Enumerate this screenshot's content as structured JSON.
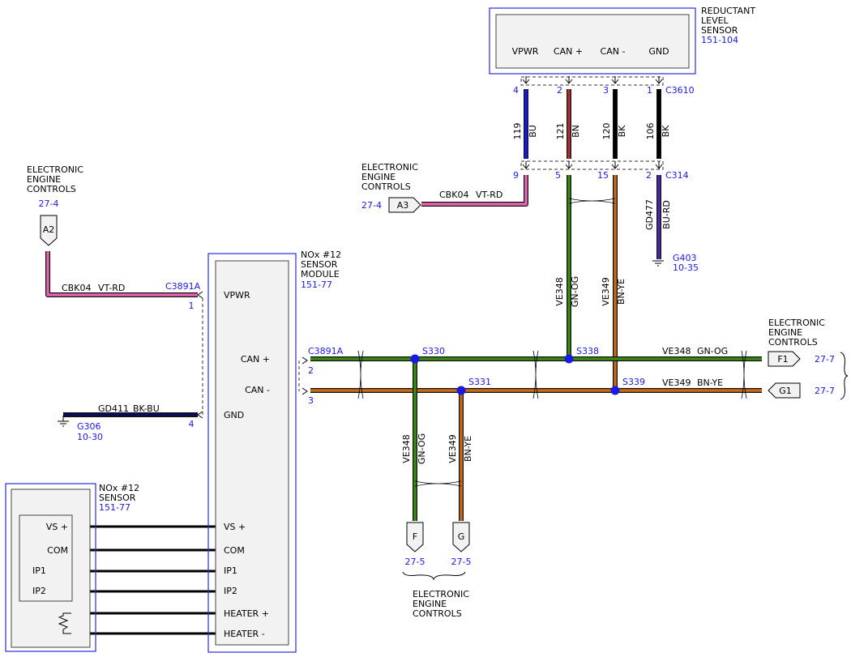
{
  "colors": {
    "BU": "#1717e8",
    "BN": "#a83232",
    "BK": "#000000",
    "VT-RD": "#e665b4",
    "GN-OG": "#3b8a17",
    "BN-YE": "#c86a18",
    "BU-RD": "#4a2aa8",
    "BK-BU": "#0c0c5a",
    "frame": "#2a2ae0",
    "label": "#1a1ae6"
  },
  "reductant": {
    "title": [
      "REDUCTANT",
      "LEVEL",
      "SENSOR"
    ],
    "part": "151-104",
    "pins": [
      "VPWR",
      "CAN +",
      "CAN -",
      "GND"
    ],
    "pin_nums_top": [
      "4",
      "2",
      "3",
      "1"
    ],
    "connector_top": "C3610",
    "circuits": [
      "119",
      "121",
      "120",
      "106"
    ],
    "wire_colors": [
      "BU",
      "BN",
      "BK",
      "BK"
    ],
    "pin_nums_bottom": [
      "9",
      "5",
      "15",
      "2"
    ],
    "connector_bottom": "C314"
  },
  "eec_left": {
    "title": [
      "ELECTRONIC",
      "ENGINE",
      "CONTROLS"
    ],
    "page": "27-4",
    "tag": "A2"
  },
  "eec_mid": {
    "title": [
      "ELECTRONIC",
      "ENGINE",
      "CONTROLS"
    ],
    "page": "27-4",
    "tag": "A3",
    "circuit": "CBK04",
    "color": "VT-RD"
  },
  "eec_right": {
    "title": [
      "ELECTRONIC",
      "ENGINE",
      "CONTROLS"
    ],
    "page": "27-7",
    "tag_f1": "F1",
    "tag_g1": "G1"
  },
  "eec_bottom": {
    "title": [
      "ELECTRONIC",
      "ENGINE",
      "CONTROLS"
    ],
    "page_f": "27-5",
    "page_g": "27-5",
    "tag_f": "F",
    "tag_g": "G"
  },
  "gd477": {
    "circuit": "GD477",
    "color": "BU-RD",
    "ground": "G403",
    "page": "10-35"
  },
  "gd411": {
    "circuit": "GD411",
    "color": "BK-BU",
    "ground": "G306",
    "page": "10-30",
    "pin": "4"
  },
  "cbk04_left": {
    "circuit": "CBK04",
    "color": "VT-RD",
    "connector": "C3891A",
    "pin": "1"
  },
  "module": {
    "title": [
      "NOx #12",
      "SENSOR",
      "MODULE"
    ],
    "part": "151-77",
    "pins_top": [
      "VPWR",
      "CAN +",
      "CAN -",
      "GND"
    ],
    "pins_bottom": [
      "VS +",
      "COM",
      "IP1",
      "IP2",
      "HEATER +",
      "HEATER -"
    ],
    "connector_right": "C3891A",
    "pin_can_plus": "2",
    "pin_can_minus": "3"
  },
  "sensor": {
    "title": [
      "NOx #12",
      "SENSOR"
    ],
    "part": "151-77",
    "pins": [
      "VS +",
      "COM",
      "IP1",
      "IP2"
    ]
  },
  "splices": {
    "s330": "S330",
    "s331": "S331",
    "s338": "S338",
    "s339": "S339"
  },
  "wires": {
    "ve348": "VE348",
    "ve349": "VE349",
    "gn_og": "GN-OG",
    "bn_ye": "BN-YE"
  }
}
